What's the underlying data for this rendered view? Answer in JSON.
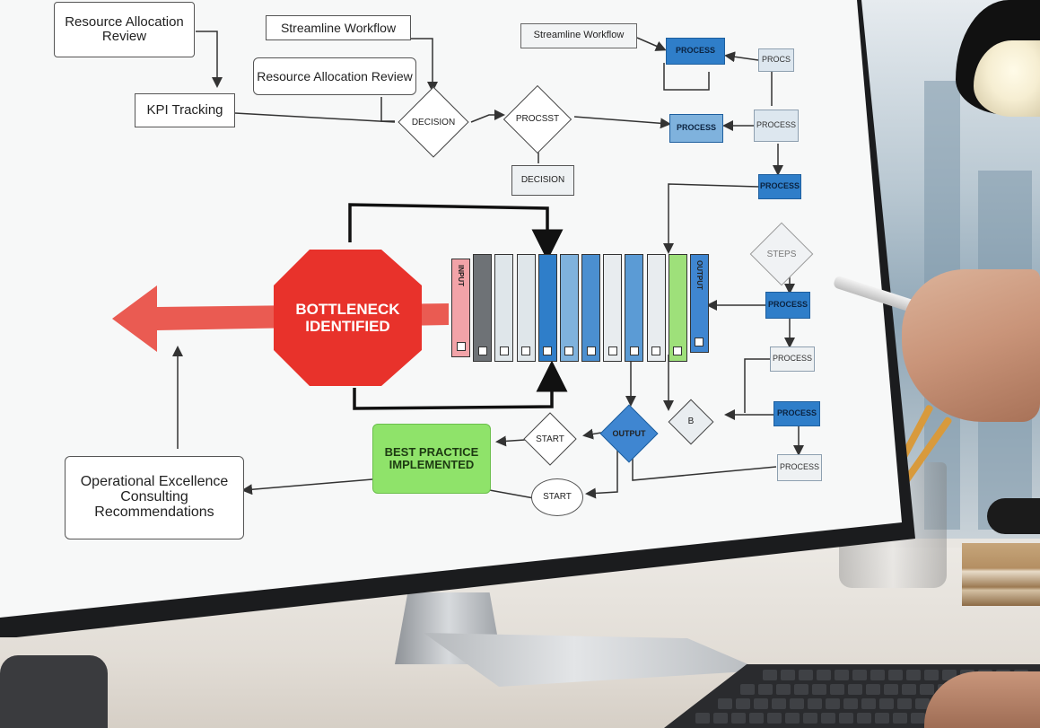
{
  "diagram": {
    "top_left_box": "Resource Allocation\nReview",
    "kpi_box": "KPI Tracking",
    "streamline_box": "Streamline Workflow",
    "resource_box": "Resource Allocation Review",
    "decision_diamond": "DECISION",
    "process_diamond": "PROCSST",
    "decision_box": "DECISION",
    "streamline_box_right": "Streamline Workflow",
    "process_blue_top": "PROCESS",
    "process_light_top": "PROCS",
    "process_blue_mid": "PROCESS",
    "process_light_mid": "PROCESS",
    "process_blue_right": "PROCESS",
    "steps_diamond": "STEPS",
    "process_blue_lower": "PROCESS",
    "process_light_lower": "PROCESS",
    "process_blue_bottom": "PROCESS",
    "process_light_bottom": "PROCESS",
    "octagon": "BOTTLENECK\nIDENTIFIED",
    "output_diamond": "OUTPUT",
    "b_diamond": "B",
    "start_diamond": "START",
    "start_oval": "START",
    "best_practice": "BEST PRACTICE\nIMPLEMENTED",
    "consulting_box": "Operational Excellence\nConsulting\nRecommendations",
    "columns": [
      "INPUT",
      "",
      "",
      "",
      "",
      "",
      "",
      "",
      "",
      "",
      "",
      "",
      "OUTPUT"
    ]
  },
  "colors": {
    "octagon": "#e8322b",
    "best_practice": "#8fe36a",
    "process_blue": "#2f7ec9",
    "column_colors": [
      "#f2a3a8",
      "#6e7276",
      "#dfe6ea",
      "#dfe6ea",
      "#2f7ec9",
      "#7fb2dd",
      "#4b8fd0",
      "#e8ecef",
      "#5b9bd5",
      "#e8ecef",
      "#9ee07a",
      "#3f86d1"
    ]
  }
}
